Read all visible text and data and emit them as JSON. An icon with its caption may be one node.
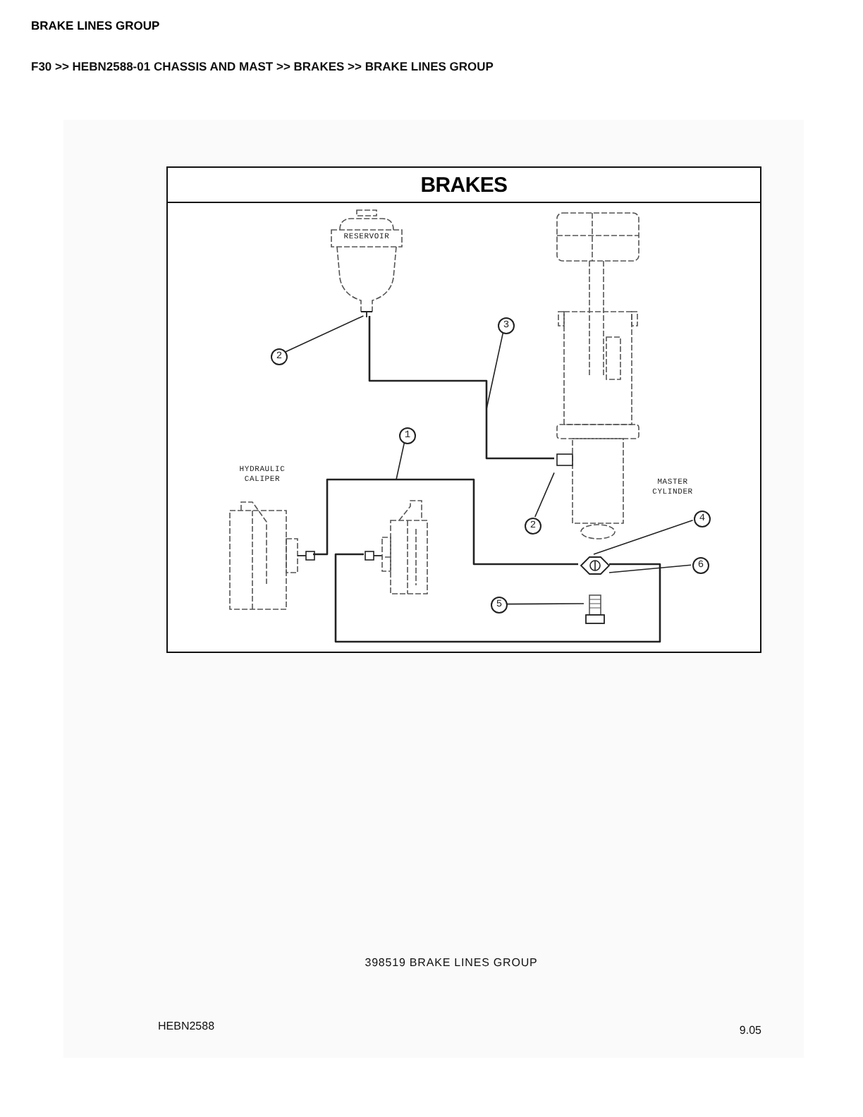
{
  "diagram": {
    "title": "BRAKE LINES GROUP",
    "nodes": [
      {
        "text": [
          "BRAKES"
        ]
      },
      {
        "text": [
          "RESERVOIR"
        ],
        "in": 0
      },
      {
        "text": [],
        "shape": "picture",
        "in": 0,
        "beside": [
          "MASTER CYLINDER"
        ]
      },
      {
        "text": [],
        "shape": "picture",
        "in": 0,
        "beside": [
          "HYDRAULIC CALIPER"
        ]
      },
      {
        "text": [],
        "shape": "picture",
        "in": 0
      },
      {
        "text": [
          "2"
        ],
        "in": 0
      },
      {
        "text": [
          "3"
        ],
        "in": 0
      },
      {
        "text": [
          "1"
        ],
        "in": 0
      },
      {
        "text": [
          "2"
        ],
        "in": 0
      },
      {
        "text": [
          "4"
        ],
        "in": 0
      },
      {
        "text": [
          "6"
        ],
        "in": 0
      },
      {
        "text": [
          "5"
        ],
        "in": 0
      },
      {
        "text": [],
        "shape": "picture",
        "in": 0
      },
      {
        "text": [],
        "shape": "picture",
        "in": 0
      }
    ],
    "edges": [
      {
        "from": 1,
        "to": 2,
        "arrow": "none"
      },
      {
        "from": 12,
        "to": 3,
        "arrow": "none"
      },
      {
        "from": 12,
        "to": 4,
        "arrow": "none"
      },
      {
        "from": 5,
        "to": 1,
        "arrow": "none"
      },
      {
        "from": 6,
        "to": null,
        "arrow": "none"
      },
      {
        "from": 7,
        "to": null,
        "arrow": "none"
      },
      {
        "from": 8,
        "to": 2,
        "arrow": "none"
      },
      {
        "from": 9,
        "to": 12,
        "arrow": "none"
      },
      {
        "from": 10,
        "to": 12,
        "arrow": "none"
      },
      {
        "from": 11,
        "to": 13,
        "arrow": "none"
      }
    ],
    "labels": [
      "F30 >> HEBN2588-01 CHASSIS AND MAST >> BRAKES >> BRAKE LINES GROUP",
      "398519 BRAKE LINES GROUP",
      "HEBN2588",
      "9.05"
    ]
  }
}
